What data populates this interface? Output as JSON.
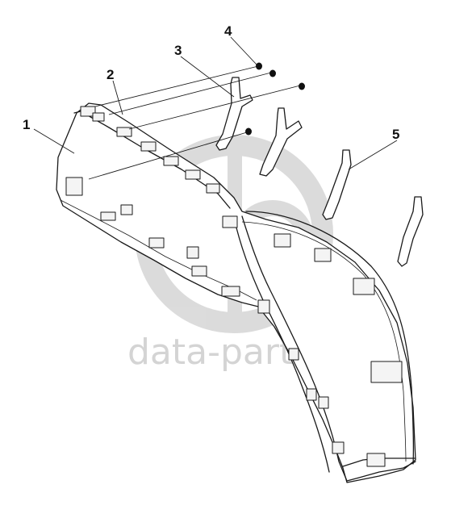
{
  "diagram": {
    "type": "exploded-parts",
    "callouts": [
      {
        "id": "1",
        "label": "1"
      },
      {
        "id": "2",
        "label": "2"
      },
      {
        "id": "3",
        "label": "3"
      },
      {
        "id": "4",
        "label": "4"
      },
      {
        "id": "5",
        "label": "5"
      }
    ]
  },
  "watermark": {
    "text": "data-parts",
    "color": "#d0d0d0"
  }
}
